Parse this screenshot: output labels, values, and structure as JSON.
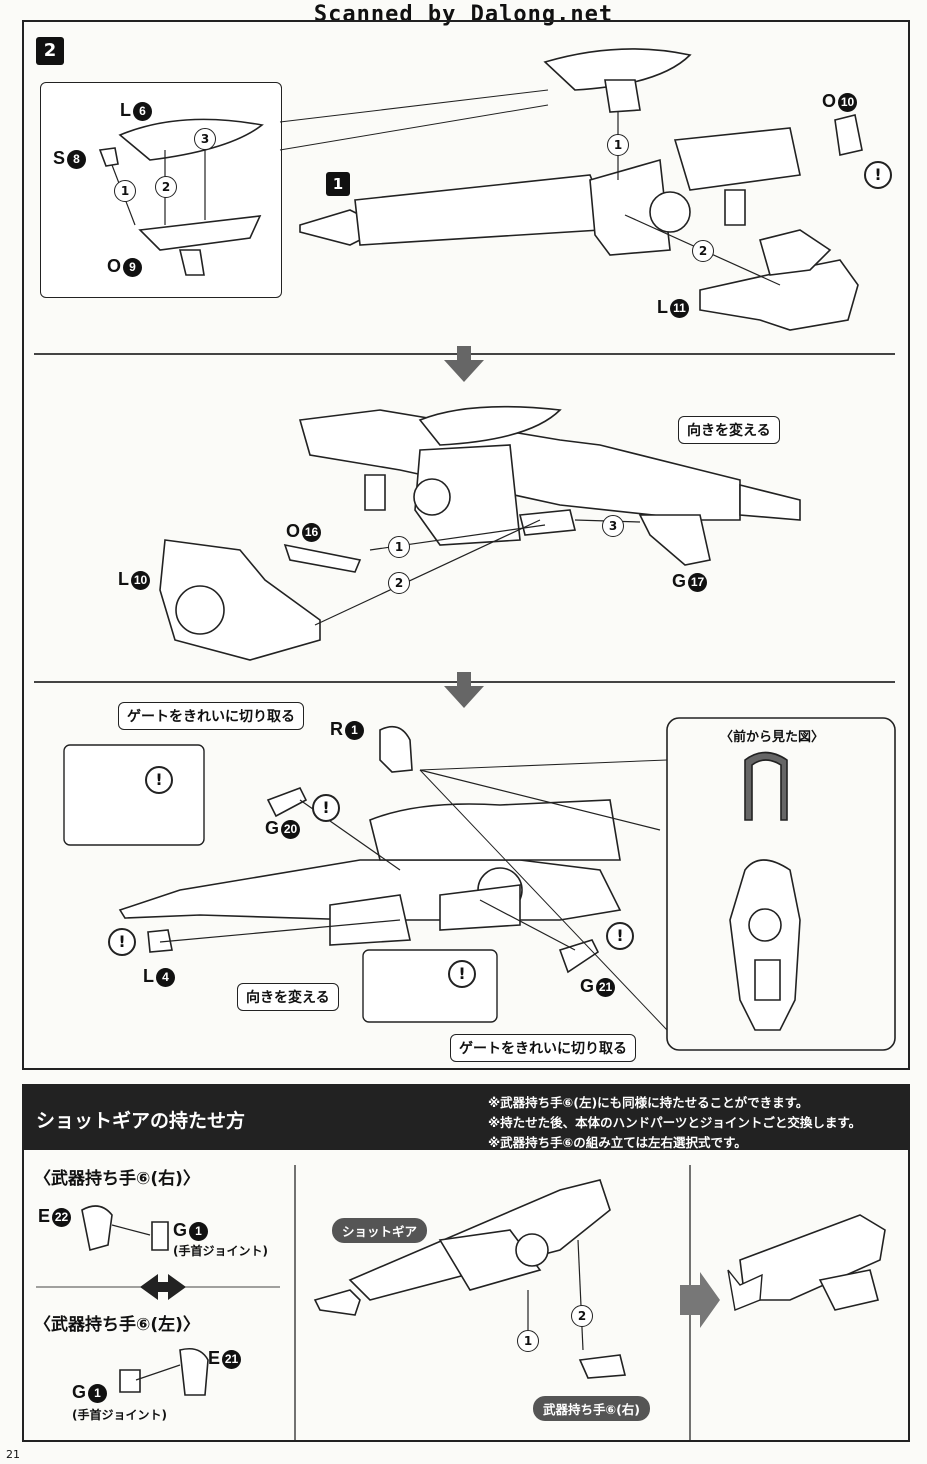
{
  "watermark": "Scanned by Dalong.net",
  "page_number": "21",
  "step": {
    "number": "2",
    "substep": "1"
  },
  "inset_labels": {
    "l6": "L",
    "l6n": "6",
    "s8": "S",
    "s8n": "8",
    "o9": "O",
    "o9n": "9",
    "c1": "1",
    "c2": "2",
    "c3": "3"
  },
  "panel1": {
    "o10": "O",
    "o10n": "10",
    "l11": "L",
    "l11n": "11",
    "c1": "1",
    "c2": "2"
  },
  "panel2": {
    "callout": "向きを変える",
    "o16": "O",
    "o16n": "16",
    "l10": "L",
    "l10n": "10",
    "g17": "G",
    "g17n": "17",
    "c1": "1",
    "c2": "2",
    "c3": "3"
  },
  "panel3": {
    "gate_top": "ゲートをきれいに切り取る",
    "gate_bottom": "ゲートをきれいに切り取る",
    "turn": "向きを変える",
    "front_view": "〈前から見た図〉",
    "r1": "R",
    "r1n": "1",
    "g20": "G",
    "g20n": "20",
    "g21": "G",
    "g21n": "21",
    "l4": "L",
    "l4n": "4",
    "excl": "!"
  },
  "section": {
    "title": "ショットギアの持たせ方",
    "notes": [
      "※武器持ち手⑥(左)にも同様に持たせることができます。",
      "※持たせた後、本体のハンドパーツとジョイントごと交換します。",
      "※武器持ち手⑥の組み立ては左右選択式です。"
    ],
    "right_hand": "〈武器持ち手⑥(右)〉",
    "left_hand": "〈武器持ち手⑥(左)〉",
    "e22": "E",
    "e22n": "22",
    "e21": "E",
    "e21n": "21",
    "g1": "G",
    "g1n": "1",
    "wrist": "(手首ジョイント)",
    "shot_gear": "ショットギア",
    "hand_label": "武器持ち手⑥(右)",
    "c1": "1",
    "c2": "2"
  }
}
